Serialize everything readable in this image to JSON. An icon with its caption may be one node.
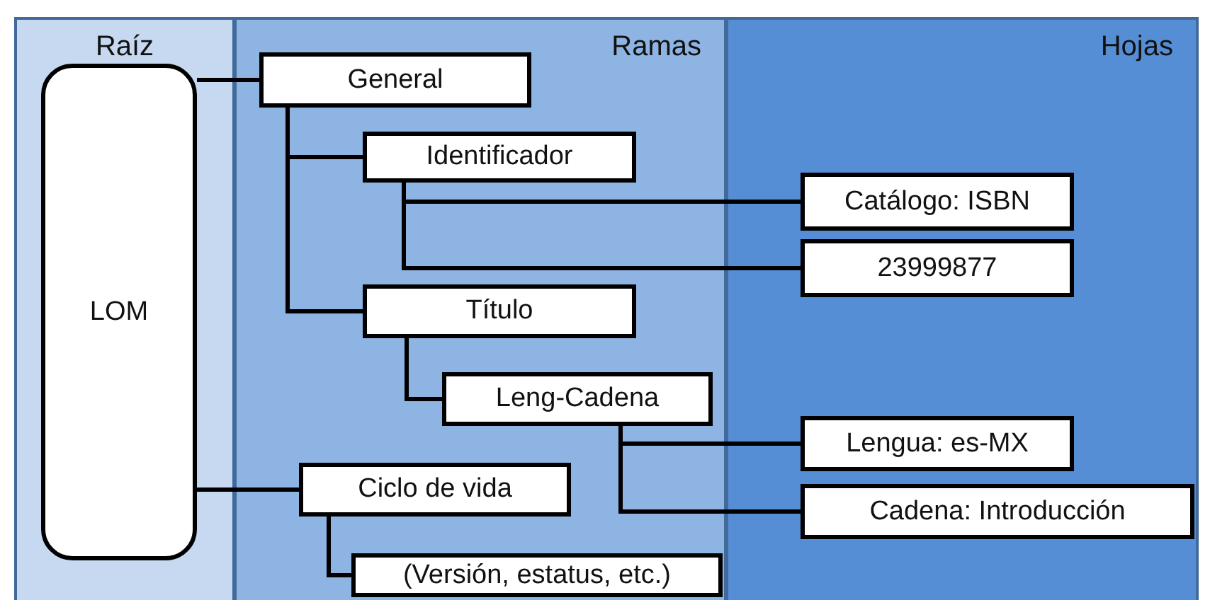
{
  "diagram": {
    "nodes": [
      {
        "text": [
          "Raíz"
        ]
      },
      {
        "text": [
          "Ramas"
        ]
      },
      {
        "text": [
          "Hojas"
        ]
      },
      {
        "text": [
          "LOM"
        ],
        "in": 0
      },
      {
        "text": [
          "General"
        ],
        "in": 1
      },
      {
        "text": [
          "Identificador"
        ],
        "in": 1
      },
      {
        "text": [
          "Catálogo: ISBN"
        ],
        "in": 2
      },
      {
        "text": [
          "23999877"
        ],
        "in": 2
      },
      {
        "text": [
          "Título"
        ],
        "in": 1
      },
      {
        "text": [
          "Leng-Cadena"
        ],
        "in": 1
      },
      {
        "text": [
          "Lengua: es-MX"
        ],
        "in": 2
      },
      {
        "text": [
          "Cadena: Introducción"
        ],
        "in": 2
      },
      {
        "text": [
          "Ciclo de vida"
        ],
        "in": 1
      },
      {
        "text": [
          "(Versión, estatus, etc.)"
        ],
        "in": 1
      }
    ],
    "edges": [
      {
        "from": 3,
        "to": 4,
        "arrow": "none"
      },
      {
        "from": 4,
        "to": 5,
        "arrow": "none"
      },
      {
        "from": 5,
        "to": 6,
        "arrow": "none"
      },
      {
        "from": 5,
        "to": 7,
        "arrow": "none"
      },
      {
        "from": 4,
        "to": 8,
        "arrow": "none"
      },
      {
        "from": 8,
        "to": 9,
        "arrow": "none"
      },
      {
        "from": 9,
        "to": 10,
        "arrow": "none"
      },
      {
        "from": 9,
        "to": 11,
        "arrow": "none"
      },
      {
        "from": 3,
        "to": 12,
        "arrow": "none"
      },
      {
        "from": 12,
        "to": 13,
        "arrow": "none"
      }
    ]
  }
}
